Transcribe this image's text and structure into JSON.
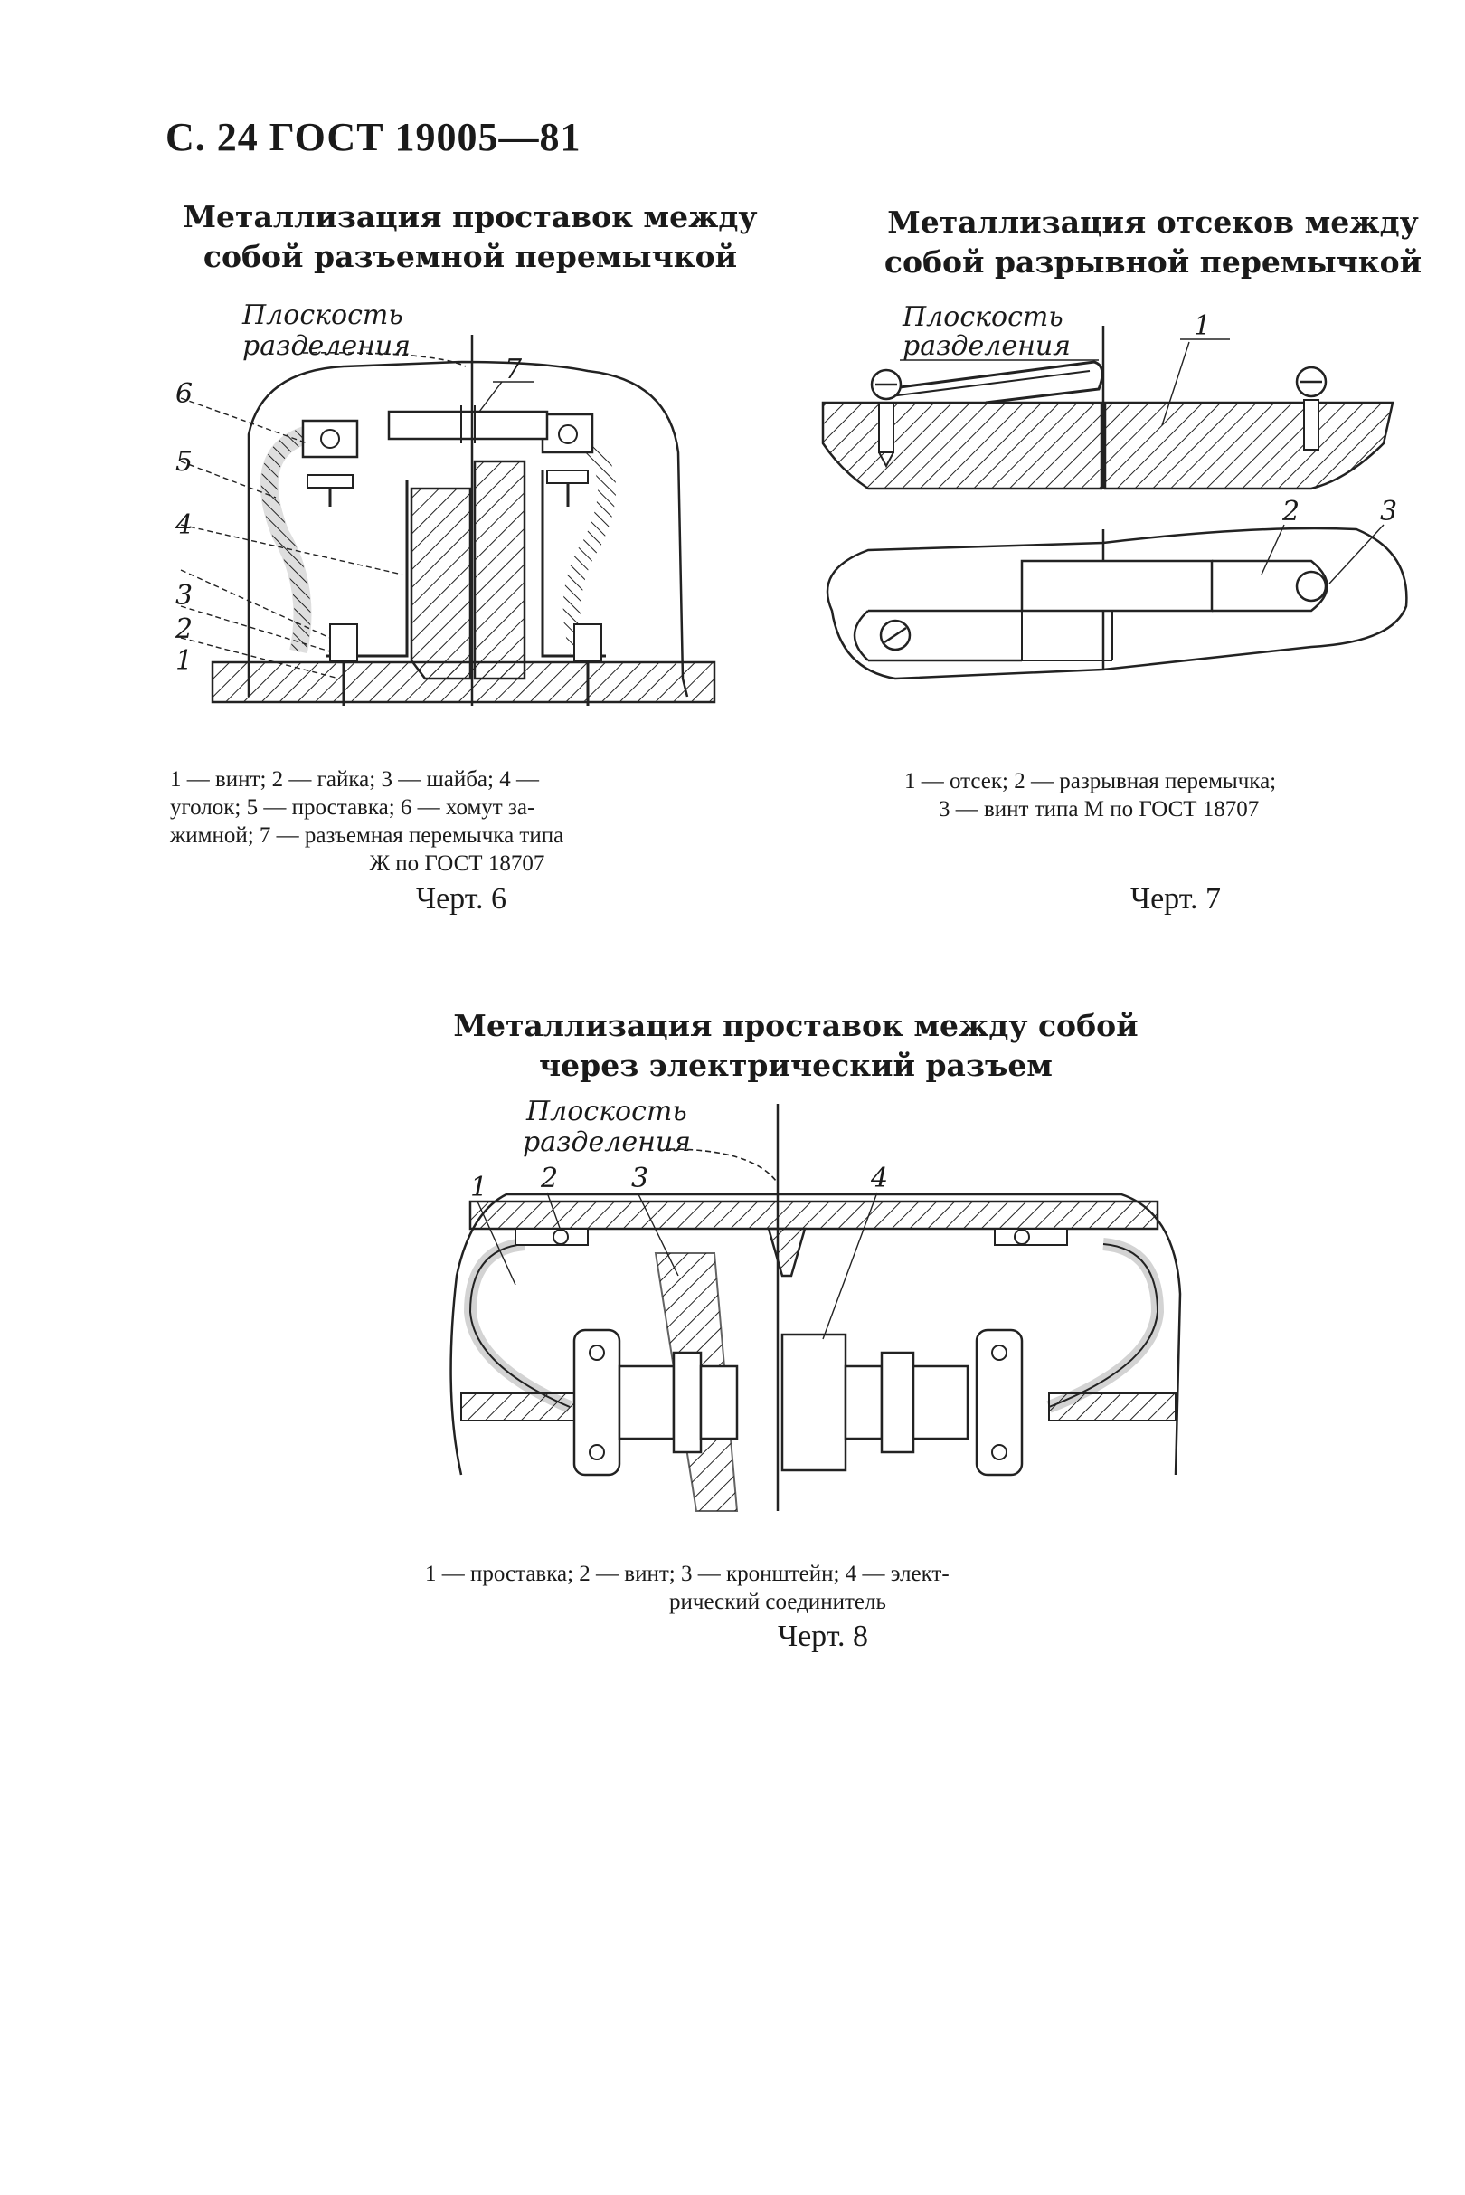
{
  "header": "С. 24 ГОСТ 19005—81",
  "fig6": {
    "title_line1": "Металлизация проставок между",
    "title_line2": "собой разъемной перемычкой",
    "plane_label_1": "Плоскость",
    "plane_label_2": "разделения",
    "numbers": [
      "1",
      "2",
      "3",
      "4",
      "5",
      "6",
      "7"
    ],
    "legend_line1": "1 — винт; 2 — гайка; 3 — шайба; 4 —",
    "legend_line2": "уголок; 5 — проставка; 6 — хомут за-",
    "legend_line3": "жимной; 7 — разъемная перемычка типа",
    "legend_line4": "Ж по ГОСТ 18707",
    "caption": "Черт. 6"
  },
  "fig7": {
    "title_line1": "Металлизация отсеков между",
    "title_line2": "собой разрывной перемычкой",
    "plane_label_1": "Плоскость",
    "plane_label_2": "разделения",
    "numbers": [
      "1",
      "2",
      "3"
    ],
    "legend_line1": "1 — отсек; 2 — разрывная перемычка;",
    "legend_line2": "3 — винт типа М по ГОСТ 18707",
    "caption": "Черт. 7"
  },
  "fig8": {
    "title_line1": "Металлизация проставок между собой",
    "title_line2": "через электрический разъем",
    "plane_label_1": "Плоскость",
    "plane_label_2": "разделения",
    "numbers": [
      "1",
      "2",
      "3",
      "4"
    ],
    "legend_line1": "1 — проставка; 2 — винт; 3 — кронштейн; 4 — элект-",
    "legend_line2": "рический соединитель",
    "caption": "Черт. 8"
  }
}
